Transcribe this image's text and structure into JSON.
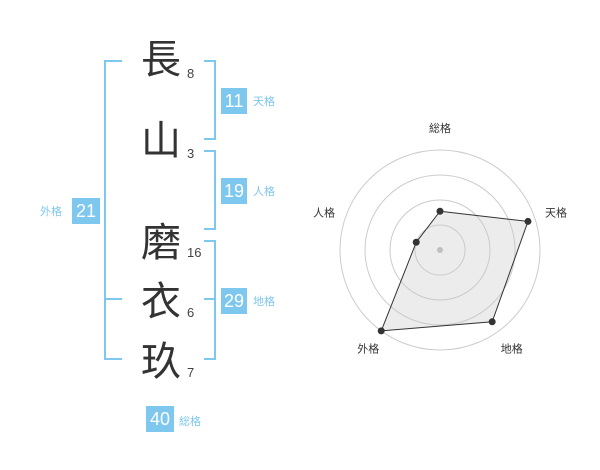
{
  "name": {
    "chars": [
      {
        "char": "長",
        "strokes": "8"
      },
      {
        "char": "山",
        "strokes": "3"
      },
      {
        "char": "磨",
        "strokes": "16"
      },
      {
        "char": "衣",
        "strokes": "6"
      },
      {
        "char": "玖",
        "strokes": "7"
      }
    ]
  },
  "fortunes": {
    "tenkaku": {
      "value": "11",
      "label": "天格"
    },
    "jinkaku": {
      "value": "19",
      "label": "人格"
    },
    "chikaku": {
      "value": "29",
      "label": "地格"
    },
    "gaikaku": {
      "value": "21",
      "label": "外格"
    },
    "soukaku": {
      "value": "40",
      "label": "総格"
    }
  },
  "colors": {
    "accent": "#7ec7ee",
    "text": "#333333"
  },
  "chart_data": {
    "type": "radar",
    "axes": [
      "総格",
      "天格",
      "地格",
      "外格",
      "人格"
    ],
    "max": 4,
    "rings": 4,
    "values": [
      1.55,
      3.7,
      3.55,
      4.0,
      1.0
    ]
  }
}
